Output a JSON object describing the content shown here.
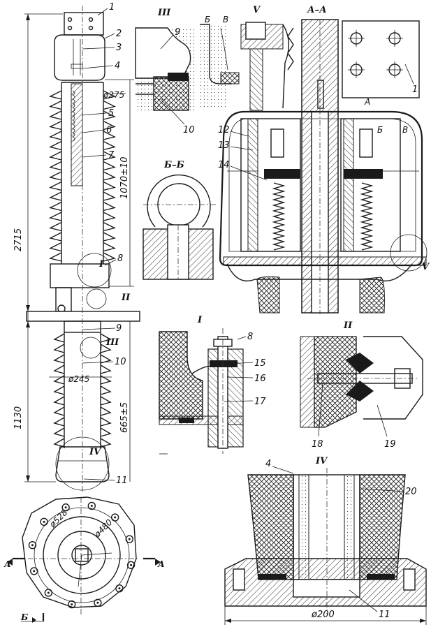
{
  "sections": {
    "AA": "А–А",
    "BB": "Б–Б",
    "I": "I",
    "II": "II",
    "III": "III",
    "IV": "IV",
    "V": "V"
  },
  "callouts": [
    "1",
    "2",
    "3",
    "4",
    "5",
    "6",
    "7",
    "8",
    "9",
    "10",
    "11",
    "12",
    "13",
    "14",
    "15",
    "16",
    "17",
    "18",
    "19",
    "20"
  ],
  "dimensions": {
    "total_height": "2715",
    "upper_height": "1070±10",
    "lower_height": "1130",
    "lower_part": "665±5",
    "d_upper": "ø275",
    "d_lower": "ø245",
    "flange_outer": "ø528",
    "flange_inner": "ø480",
    "base_diameter": "ø200"
  },
  "zones": {
    "A": "А",
    "B": "Б",
    "V": "В"
  },
  "cut_marks": {
    "A": "А",
    "B": "Б"
  }
}
